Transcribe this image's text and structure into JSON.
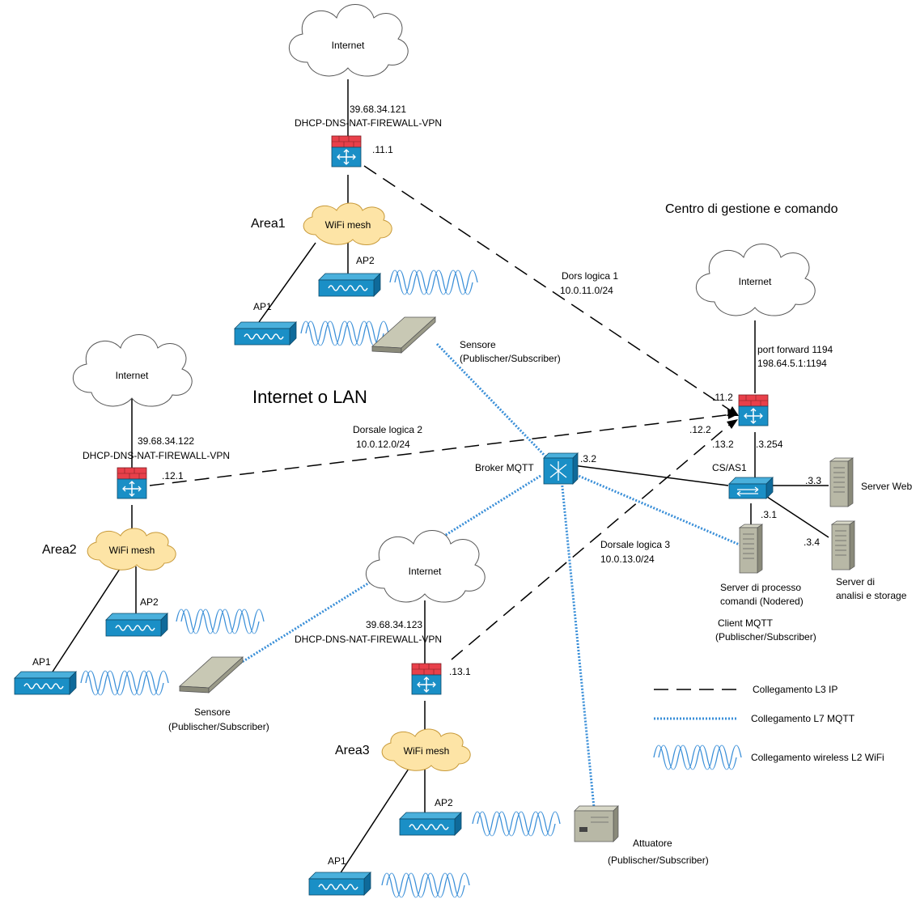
{
  "texts": {
    "internet_lan": "Internet o LAN",
    "centro": "Centro di gestione e comando",
    "internet": "Internet",
    "wifi_mesh": "WiFi mesh",
    "ap1": "AP1",
    "ap2": "AP2",
    "area1": "Area1",
    "area2": "Area2",
    "area3": "Area3",
    "ip1": "39.68.34.121",
    "ip2": "39.68.34.122",
    "ip3": "39.68.34.123",
    "dhcp": "DHCP-DNS-NAT-FIREWALL-VPN",
    "r1_port": ".11.1",
    "r2_port": ".12.1",
    "r3_port": ".13.1",
    "rc_11": ".11.2",
    "rc_12": ".12.2",
    "rc_13": ".13.2",
    "rc_254": ".3.254",
    "port_forward": "port forward 1194",
    "port_forward_addr": "198.64.5.1:1194",
    "dors1": "Dors logica 1",
    "net1": "10.0.11.0/24",
    "dors2": "Dorsale logica 2",
    "net2": "10.0.12.0/24",
    "dors3": "Dorsale logica 3",
    "net3": "10.0.13.0/24",
    "broker": "Broker MQTT",
    "broker_port": ".3.2",
    "switch": "CS/AS1",
    "port_33": ".3.3",
    "port_31": ".3.1",
    "port_34": ".3.4",
    "server_web": "Server Web",
    "server_analisi_1": "Server di",
    "server_analisi_2": "analisi e storage",
    "server_proc_1": "Server di processo",
    "server_proc_2": "comandi (Nodered)",
    "client_mqtt_1": "Client MQTT",
    "pub_sub": "(Publischer/Subscriber)",
    "sensore": "Sensore",
    "attuatore": "Attuatore",
    "legend_l3": "Collegamento L3 IP",
    "legend_l7": "Collegamento L7 MQTT",
    "legend_wifi": "Collegamento wireless L2 WiFi"
  },
  "colors": {
    "router_body": "#1a8fc6",
    "firewall_red": "#e8404a",
    "ap_body": "#1a8fc6",
    "mesh_fill": "#fde4a6",
    "mesh_stroke": "#c89a3a",
    "mqtt_line": "#3a8fd8",
    "wifi_wave": "#3a8fd8",
    "server_gray": "#b8b8a6",
    "sensor_gray": "#a8a89a"
  }
}
